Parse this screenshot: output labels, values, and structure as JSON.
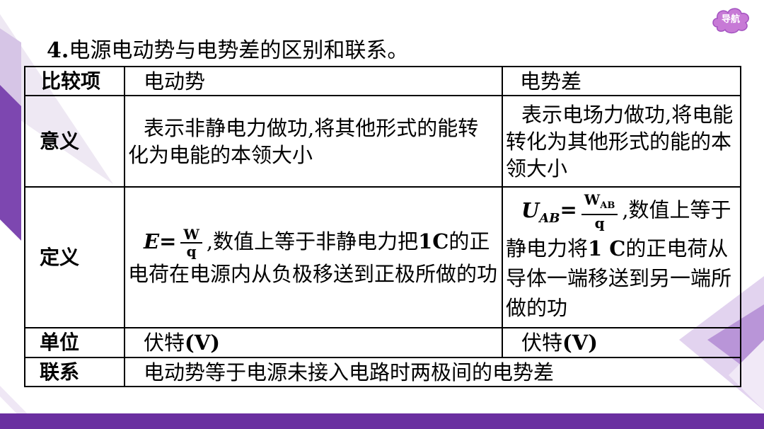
{
  "nav": {
    "label": "导航"
  },
  "title": {
    "number": "4.",
    "text": "电源电动势与电势差的区别和联系。"
  },
  "table": {
    "header": {
      "col0": "比较项",
      "col1": "电动势",
      "col2": "电势差"
    },
    "meaning": {
      "label": "意义",
      "emf": "表示非静电力做功,将其他形式的能转化为电能的本领大小",
      "pd": "表示电场力做功,将电能转化为其他形式的能的本领大小"
    },
    "definition": {
      "label": "定义",
      "emf_symbol": "E",
      "emf_eq": "=",
      "emf_num": "W",
      "emf_den": "q",
      "emf_text_a": ",数值上等于非静电力把",
      "emf_bold_1": "1",
      "emf_bold_c": "C",
      "emf_text_b": "的正电荷在电源内从负极移送到正极所做的功",
      "pd_symbol": "U",
      "pd_sub": "AB",
      "pd_eq": "=",
      "pd_num": "W",
      "pd_num_sub": "AB",
      "pd_den": "q",
      "pd_text_a": ",数值上等于静电力将",
      "pd_bold": "1 C",
      "pd_text_b": "的正电荷从导体一端移送到另一端所做的功"
    },
    "unit": {
      "label": "单位",
      "emf_word": "伏特",
      "emf_sym": "(V)",
      "pd_word": "伏特",
      "pd_sym": "(V)"
    },
    "relation": {
      "label": "联系",
      "text": "电动势等于电源未接入电路时两极间的电势差"
    }
  },
  "colors": {
    "accent": "#6a2fa0",
    "nav_fill": "#c77ad6"
  }
}
